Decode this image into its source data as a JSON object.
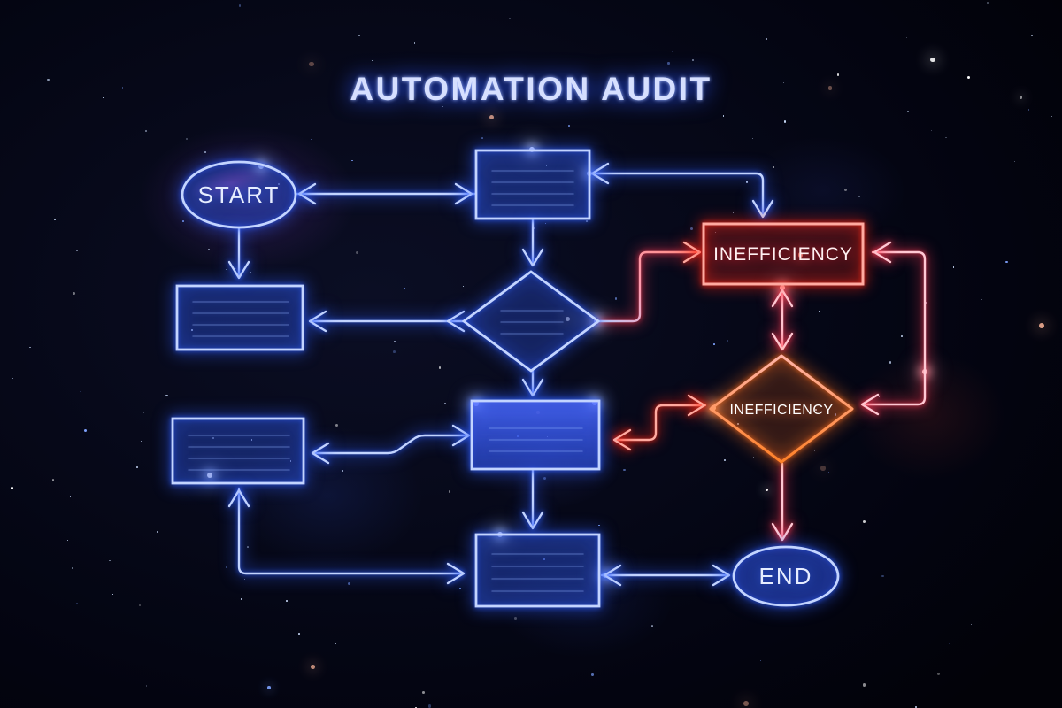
{
  "title": "AUTOMATION AUDIT",
  "colors": {
    "background": "#04050e",
    "neon_blue": "#2f5eff",
    "neon_red": "#ff2613",
    "neon_pink": "#ff3b55",
    "neon_orange": "#ff6f1f",
    "title_text": "#d6dfff",
    "node_text_blue": "#e6edff",
    "node_text_red": "#fff0f1"
  },
  "nodes": {
    "start": {
      "label": "START",
      "shape": "ellipse"
    },
    "process_top": {
      "label": "",
      "shape": "rectangle"
    },
    "inefficiency_box": {
      "label": "INEFFICIENCY",
      "shape": "rectangle"
    },
    "process_left_mid": {
      "label": "",
      "shape": "rectangle"
    },
    "decision_main": {
      "label": "",
      "shape": "diamond"
    },
    "process_left_lower": {
      "label": "",
      "shape": "rectangle"
    },
    "process_center": {
      "label": "",
      "shape": "rectangle"
    },
    "inefficiency_diamond": {
      "label": "INEFFICIENCY",
      "shape": "diamond"
    },
    "process_bottom": {
      "label": "",
      "shape": "rectangle"
    },
    "end": {
      "label": "END",
      "shape": "ellipse"
    }
  },
  "edges": [
    {
      "from": "start",
      "to": "process_top",
      "arrows": "both",
      "color": "blue"
    },
    {
      "from": "process_top",
      "to": "decision_main",
      "arrows": "to",
      "color": "blue"
    },
    {
      "from": "inefficiency_box",
      "to": "process_top",
      "arrows": "both",
      "color": "blue"
    },
    {
      "from": "start",
      "to": "process_left_mid",
      "arrows": "to",
      "color": "blue"
    },
    {
      "from": "decision_main",
      "to": "process_left_mid",
      "arrows": "to",
      "color": "blue"
    },
    {
      "from": "decision_main",
      "to": "inefficiency_box",
      "arrows": "to",
      "color": "blue-red"
    },
    {
      "from": "decision_main",
      "to": "process_center",
      "arrows": "to",
      "color": "blue"
    },
    {
      "from": "inefficiency_box",
      "to": "inefficiency_diamond",
      "arrows": "both",
      "color": "pink"
    },
    {
      "from": "inefficiency_diamond",
      "to": "inefficiency_box",
      "via": "right-loop",
      "arrows": "both",
      "color": "pink"
    },
    {
      "from": "inefficiency_diamond",
      "to": "process_center",
      "arrows": "both",
      "color": "red"
    },
    {
      "from": "process_left_lower",
      "to": "process_center",
      "arrows": "both",
      "color": "blue"
    },
    {
      "from": "process_bottom",
      "to": "process_left_lower",
      "arrows": "both",
      "color": "blue"
    },
    {
      "from": "process_center",
      "to": "process_bottom",
      "arrows": "to",
      "color": "blue"
    },
    {
      "from": "process_bottom",
      "to": "end",
      "arrows": "both",
      "color": "blue"
    },
    {
      "from": "inefficiency_diamond",
      "to": "end",
      "arrows": "to",
      "color": "pink"
    }
  ]
}
